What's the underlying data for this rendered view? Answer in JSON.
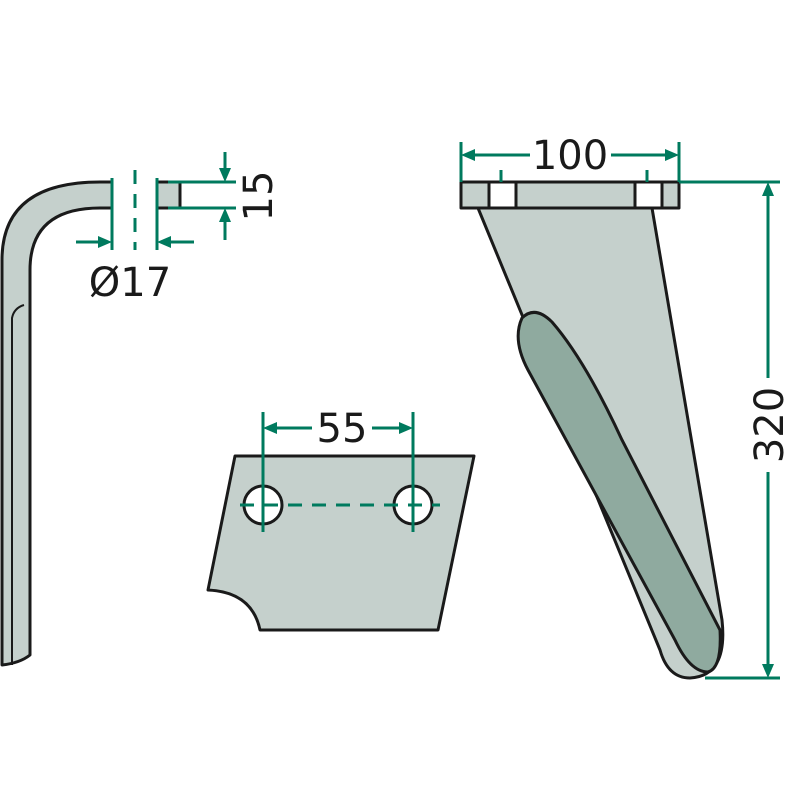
{
  "dimensions": {
    "hole_diameter": "Ø17",
    "thickness": "15",
    "hole_spacing_plate": "55",
    "flange_width": "100",
    "total_height": "320"
  },
  "colors": {
    "part_fill": "#c5d0cc",
    "groove_fill": "#8faa9f",
    "dimension_line": "#007a5e"
  }
}
